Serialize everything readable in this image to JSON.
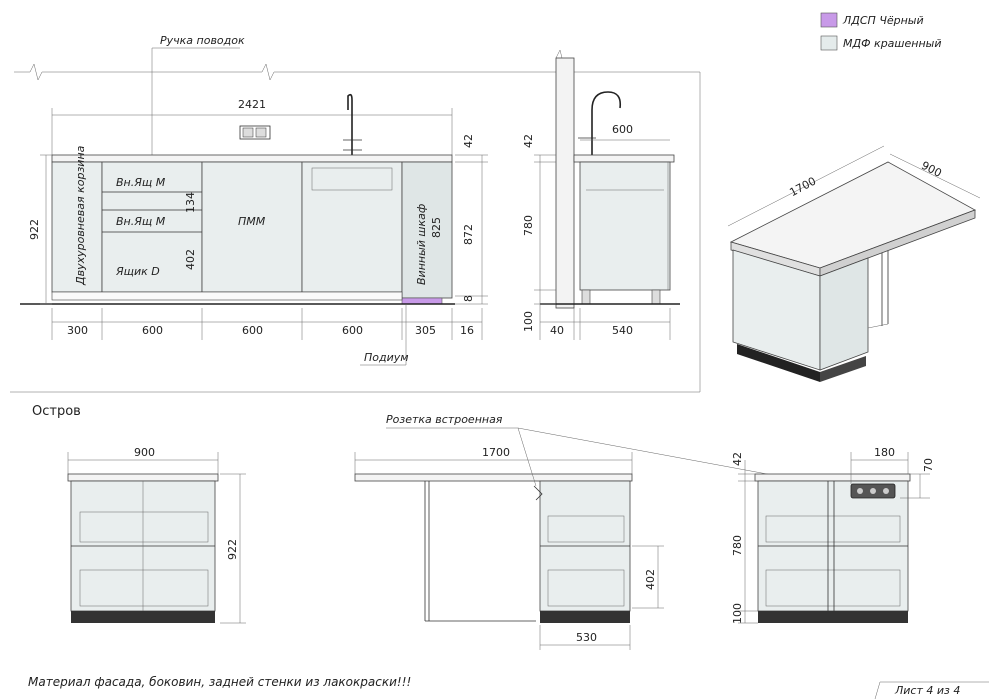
{
  "legend": {
    "items": [
      {
        "label": "ЛДСП Чёрный",
        "color": "#c89ae8"
      },
      {
        "label": "МДФ крашенный",
        "color": "#e4ebeb"
      }
    ]
  },
  "main_elevation": {
    "handle_label": "Ручка поводок",
    "total_width": "2421",
    "countertop_thickness": "42",
    "height_left": "922",
    "height_right": "872",
    "plinth_height": "8",
    "drawer_labels": [
      "Вн.Ящ М",
      "Вн.Ящ М",
      "Ящик D"
    ],
    "basket_label": "Двухуровневая корзина",
    "dishwasher_label": "ПММ",
    "wine_label": "Винный шкаф",
    "wine_height": "825",
    "dim_134": "134",
    "dim_402": "402",
    "bottom_dims": [
      "300",
      "600",
      "600",
      "600",
      "305",
      "16"
    ],
    "podium_label": "Подиум"
  },
  "side_section": {
    "depth": "600",
    "top": "42",
    "height": "780",
    "plinth": "100",
    "gap": "40",
    "body_depth": "540"
  },
  "perspective": {
    "length": "1700",
    "width": "900"
  },
  "island": {
    "title": "Остров",
    "end_width": "900",
    "end_height": "922",
    "front_width": "1700",
    "socket_label": "Розетка встроенная",
    "drawer_height": "402",
    "cabinet_width": "530",
    "back_top": "42",
    "socket_w": "180",
    "socket_h": "70",
    "back_height": "780",
    "back_plinth": "100"
  },
  "footer": {
    "note": "Материал фасада, боковин, задней стенки из лакокраски!!!",
    "sheet": "Лист 4 из 4"
  }
}
